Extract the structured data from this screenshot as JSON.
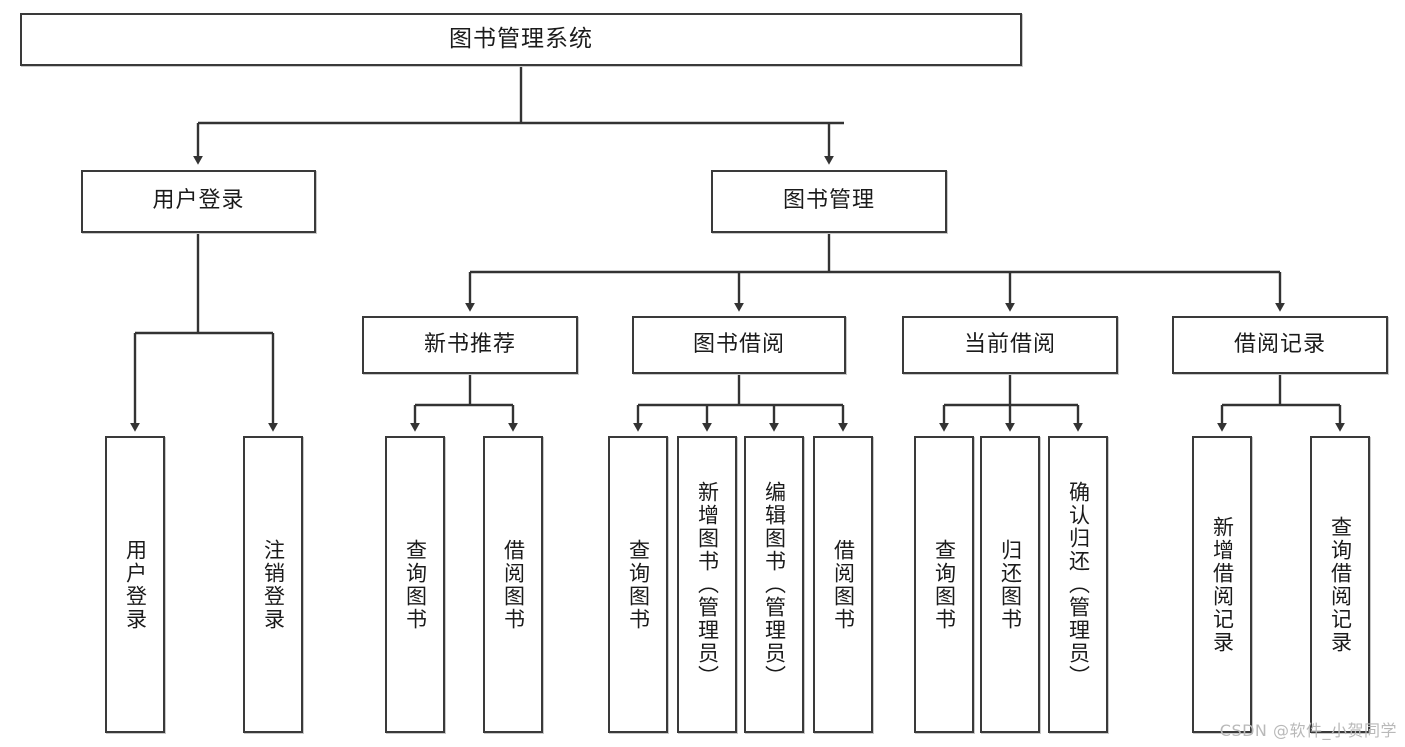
{
  "diagram": {
    "title": "图书管理系统",
    "type": "tree",
    "watermark": "CSDN @软件_小贺同学",
    "colors": {
      "box_border": "#3a3a3a",
      "box_fill": "#ffffff",
      "edge": "#333333",
      "text": "#1b1b1b",
      "watermark": "#b9b9b9"
    },
    "nodes": {
      "root": "图书管理系统",
      "level2": [
        "用户登录",
        "图书管理"
      ],
      "level3": [
        "新书推荐",
        "图书借阅",
        "当前借阅",
        "借阅记录"
      ],
      "leaves": {
        "user_login": [
          "用户登录",
          "注销登录"
        ],
        "new_book": [
          "查询图书",
          "借阅图书"
        ],
        "book_borrow": [
          "查询图书",
          "新增图书（管理员）",
          "编辑图书（管理员）",
          "借阅图书"
        ],
        "current_borrow": [
          "查询图书",
          "归还图书",
          "确认归还（管理员）"
        ],
        "borrow_record": [
          "新增借阅记录",
          "查询借阅记录"
        ]
      }
    }
  }
}
